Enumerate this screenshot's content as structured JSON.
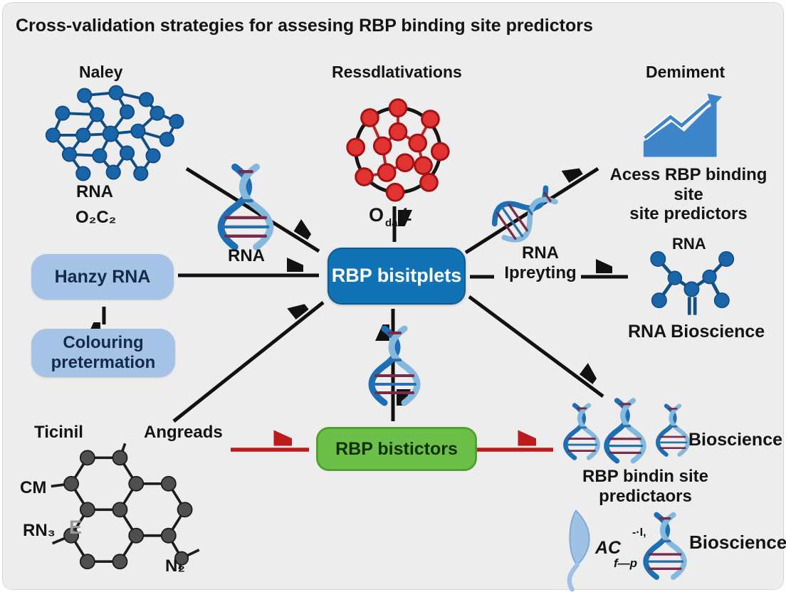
{
  "title": "Cross-validation strategies for assesing RBP binding site predictors",
  "sections": {
    "naley": "Naley",
    "ressdlativations": "Ressdlativations",
    "demiment": "Demiment"
  },
  "left": {
    "rna": "RNA",
    "o2c2": "O₂C₂",
    "hanzy_box": "Hanzy RNA",
    "colouring_line1": "Colouring",
    "colouring_line2": "pretermation",
    "ticinil": "Ticinil",
    "angreads": "Angreads",
    "cm": "CM",
    "rn3": "RN₃",
    "e_glyph": "E",
    "n2": "N₂"
  },
  "center": {
    "helix_rna": "RNA",
    "o_main": "O",
    "o_sub": "da",
    "o_tail": "L",
    "rbp_box": "RBP bisitplets",
    "green_box": "RBP bistictors"
  },
  "right": {
    "acess_line1": "Acess RBP binding site",
    "acess_line2": "site predictors",
    "ipreyting_line1": "RNA",
    "ipreyting_line2": "Ipreyting",
    "molecule_rna": "RNA",
    "rna_bioscience": "RNA Bioscience",
    "bioscience_top": "Bioscience",
    "bindin_line1": "RBP bindin site",
    "bindin_line2": "predictaors",
    "ac_main": "AC",
    "ac_top": "-·I,",
    "ac_bottom": "f—p",
    "bioscience_bottom": "Bioscience"
  },
  "icons": {
    "network_graph": "blue molecular network",
    "circular_network": "red circular molecule in ring",
    "trend_chart": "rising blue area chart with arrow",
    "dna_helix": "blue DNA double helix",
    "molecule": "blue ball-and-stick molecule",
    "graphene": "gray hexagonal lattice molecule",
    "ribbon": "light blue RNA ribbon"
  },
  "colors": {
    "bg": "#ecedec",
    "text": "#141414",
    "box_light_blue": "#a5c3e6",
    "box_light_blue_text": "#15294a",
    "box_blue": "#1173b5",
    "box_green": "#6cc04a",
    "box_green_border": "#4ea32f",
    "box_green_text": "#11300a",
    "arrow_black": "#111111",
    "arrow_red": "#bc1a1c",
    "node_blue": "#1a64a8",
    "node_red": "#e23333",
    "helix_dark": "#1d6fb5",
    "helix_light": "#85b8dd",
    "chart_blue": "#3d85c8",
    "molecule_gray": "#4f4f4f"
  }
}
